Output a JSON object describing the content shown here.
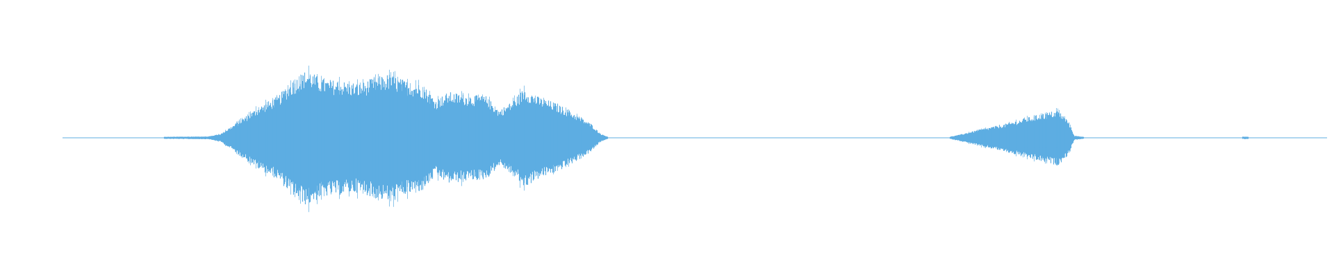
{
  "waveform": {
    "color": "#5dade2",
    "duration_fraction_segments": [
      {
        "type": "silence",
        "start": 0.0,
        "end": 0.12
      },
      {
        "type": "sound",
        "start": 0.12,
        "end": 0.43,
        "peak_amplitude": 0.98
      },
      {
        "type": "silence",
        "start": 0.43,
        "end": 0.7
      },
      {
        "type": "sound",
        "start": 0.7,
        "end": 0.8,
        "peak_amplitude": 0.4
      },
      {
        "type": "silence",
        "start": 0.8,
        "end": 1.0
      }
    ],
    "envelope": [
      [
        0.0,
        0.0
      ],
      [
        0.045,
        0.01
      ],
      [
        0.115,
        0.02
      ],
      [
        0.125,
        0.06
      ],
      [
        0.14,
        0.25
      ],
      [
        0.155,
        0.45
      ],
      [
        0.17,
        0.6
      ],
      [
        0.18,
        0.8
      ],
      [
        0.193,
        0.98
      ],
      [
        0.205,
        0.85
      ],
      [
        0.22,
        0.82
      ],
      [
        0.235,
        0.78
      ],
      [
        0.245,
        0.86
      ],
      [
        0.258,
        0.92
      ],
      [
        0.27,
        0.83
      ],
      [
        0.285,
        0.76
      ],
      [
        0.295,
        0.55
      ],
      [
        0.305,
        0.66
      ],
      [
        0.32,
        0.62
      ],
      [
        0.335,
        0.6
      ],
      [
        0.345,
        0.4
      ],
      [
        0.355,
        0.52
      ],
      [
        0.365,
        0.72
      ],
      [
        0.375,
        0.6
      ],
      [
        0.39,
        0.5
      ],
      [
        0.405,
        0.35
      ],
      [
        0.418,
        0.2
      ],
      [
        0.425,
        0.06
      ],
      [
        0.432,
        0.01
      ],
      [
        0.7,
        0.01
      ],
      [
        0.71,
        0.05
      ],
      [
        0.725,
        0.12
      ],
      [
        0.745,
        0.2
      ],
      [
        0.76,
        0.28
      ],
      [
        0.775,
        0.35
      ],
      [
        0.787,
        0.4
      ],
      [
        0.795,
        0.25
      ],
      [
        0.8,
        0.03
      ],
      [
        0.81,
        0.01
      ],
      [
        0.93,
        0.01
      ],
      [
        0.935,
        0.02
      ],
      [
        0.94,
        0.01
      ],
      [
        1.0,
        0.01
      ]
    ]
  }
}
